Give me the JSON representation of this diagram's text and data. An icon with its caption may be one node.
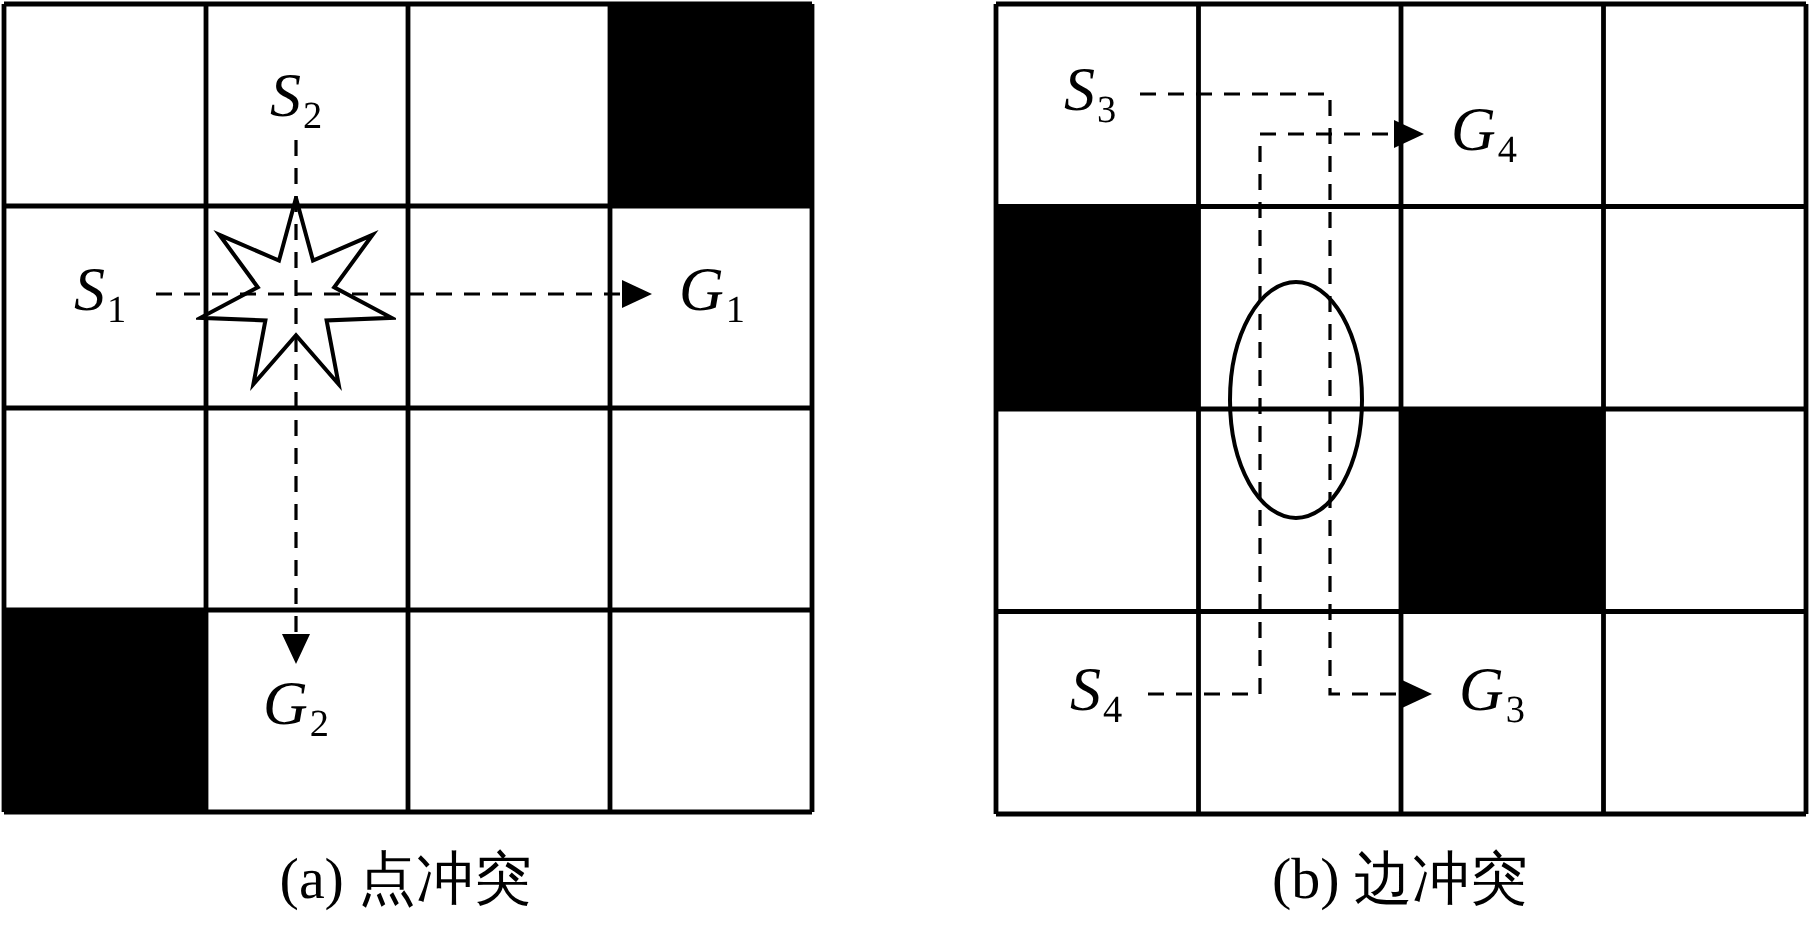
{
  "diagram": {
    "nodes": [
      {
        "text": [
          "*S*$_{2}$"
        ]
      },
      {
        "text": [
          "*S*$_{1}$"
        ]
      },
      {
        "text": [
          "*G*$_{1}$"
        ]
      },
      {
        "text": [
          "*G*$_{2}$"
        ]
      },
      {
        "text": [
          "*S*$_{3}$"
        ]
      },
      {
        "text": [
          "*G*$_{4}$"
        ]
      },
      {
        "text": [
          "*S*$_{4}$"
        ]
      },
      {
        "text": [
          "*G*$_{3}$"
        ]
      }
    ],
    "edges": [
      {
        "from": 1,
        "to": 2,
        "arrow": "to",
        "style": "dashed"
      },
      {
        "from": 0,
        "to": 3,
        "arrow": "to",
        "style": "dashed"
      },
      {
        "from": 4,
        "to": 7,
        "arrow": "to",
        "style": "dashed"
      },
      {
        "from": 6,
        "to": 5,
        "arrow": "to",
        "style": "dashed"
      }
    ],
    "labels": [
      "(a) 点冲突",
      "(b) 边冲突"
    ]
  }
}
